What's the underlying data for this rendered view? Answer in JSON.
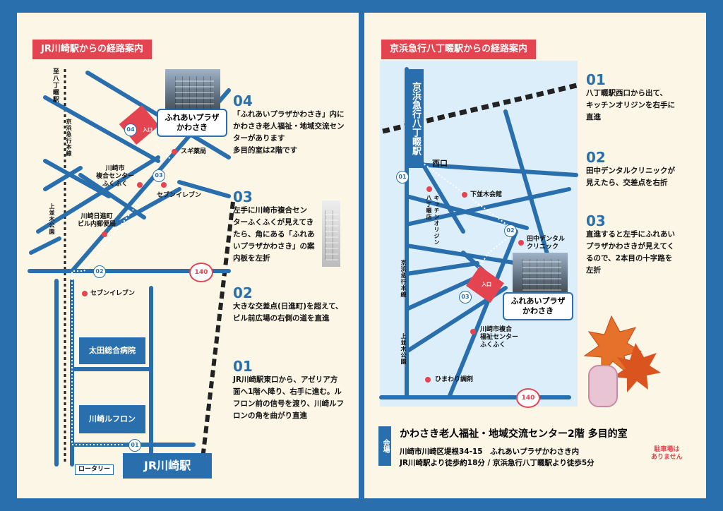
{
  "left": {
    "header": "JR川崎駅からの経路案内",
    "steps": [
      {
        "num": "04",
        "text": "「ふれあいプラザかわさき」内に\nかわさき老人福祉・地域交流セン\nターがあります\n多目的室は2階です"
      },
      {
        "num": "03",
        "text": "左手に川崎市複合セン\nターふくふくが見えてき\nたら、角にある「ふれあ\nいプラザかわさき」の案\n内板を左折"
      },
      {
        "num": "02",
        "text": "大きな交差点(日進町)を超えて、\nビル前広場の右側の道を直進"
      },
      {
        "num": "01",
        "text": "JR川崎駅東口から、アゼリア方\n面へ1階へ降り、右手に進む。ル\nフロン前の信号を渡り、川崎ルフ\nロンの角を曲がり直進"
      }
    ],
    "map": {
      "destination": "ふれあいプラザ\nかわさき",
      "entrance": "入口",
      "to_hatchobori": "至八丁畷駅",
      "keikyu_line": "京浜急行本線",
      "park": "上並木公園",
      "sugi": "スギ薬局",
      "fukufuku": "川崎市\n複合センター\nふくふく",
      "seven1": "セブンイレブン",
      "post": "川崎日進町\nビル内郵便局",
      "seven2": "セブンイレブン",
      "ota": "太田総合病院",
      "lufron": "川崎ルフロン",
      "rotary": "ロータリー",
      "station": "JR川崎駅",
      "route140": "140",
      "b04": "04",
      "b03": "03",
      "b02": "02",
      "b01": "01"
    }
  },
  "right": {
    "header": "京浜急行八丁畷駅からの経路案内",
    "steps": [
      {
        "num": "01",
        "text": "八丁畷駅西口から出て、\nキッチンオリジンを右手に\n直進"
      },
      {
        "num": "02",
        "text": "田中デンタルクリニックが\n見えたら、交差点を右折"
      },
      {
        "num": "03",
        "text": "直進すると左手にふれあい\nプラザかわさきが見えてく\nるので、2本目の十字路を\n左折"
      }
    ],
    "map": {
      "station": "京浜急行八丁畷駅",
      "west_exit": "西口",
      "shimonamiki": "下並木会館",
      "origin": "キッチンオリジン\n八丁畷店",
      "tanaka": "田中デンタル\nクリニック",
      "destination": "ふれあいプラザ\nかわさき",
      "entrance": "入口",
      "fukufuku": "川崎市複合\n福祉センター\nふくふく",
      "himawari": "ひまわり調剤",
      "keikyu_line": "京浜急行本線",
      "park": "上並木公園",
      "route140": "140",
      "b01": "01",
      "b02": "02",
      "b03": "03"
    },
    "venue": {
      "tag": "会場",
      "title": "かわさき老人福祉・地域交流センター2階 多目的室",
      "address": "川崎市川崎区堤根34-15　ふれあいプラザかわさき内",
      "access": "JR川崎駅より徒歩約18分 / 京浜急行八丁畷駅より徒歩5分",
      "parking": "駐車場は\nありません"
    }
  },
  "colors": {
    "blue": "#2a6fad",
    "red": "#e4444f",
    "cream": "#fbf6e6",
    "lightblue": "#dceefa"
  }
}
